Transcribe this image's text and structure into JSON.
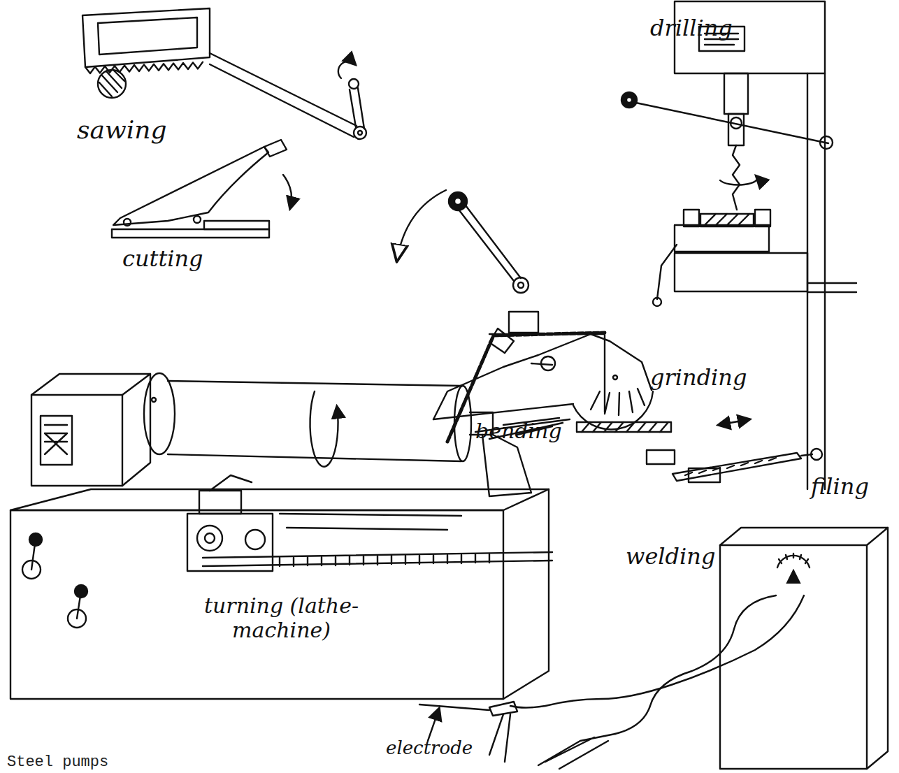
{
  "diagram": {
    "caption": "Steel pumps",
    "labels": [
      "sawing",
      "drilling",
      "cutting",
      "bending",
      "grinding",
      "filing",
      "turning (lathe-machine)",
      "welding",
      "electrode"
    ]
  }
}
